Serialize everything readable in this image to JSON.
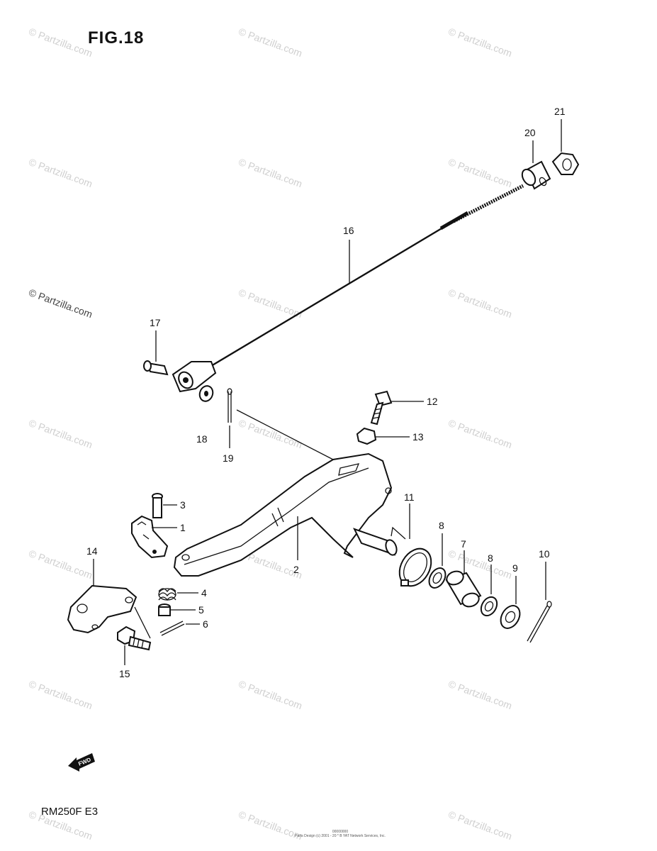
{
  "figure": {
    "title": "FIG.18",
    "model": "RM250F  E3"
  },
  "footer": {
    "line1": "00000000",
    "line2": "Parts Design (c) 2001 - 20 * B YAT Network Services, Inc."
  },
  "watermark": {
    "text": "© Partzilla.com"
  },
  "fwd_label": "FWD",
  "callouts": [
    "1",
    "2",
    "3",
    "4",
    "5",
    "6",
    "7",
    "8",
    "8",
    "9",
    "10",
    "11",
    "12",
    "13",
    "14",
    "15",
    "16",
    "17",
    "18",
    "19",
    "20",
    "21"
  ],
  "parts": {
    "brake_pedal": "2",
    "brake_rod": "16",
    "pivot_shaft": "11",
    "spring": "4"
  }
}
